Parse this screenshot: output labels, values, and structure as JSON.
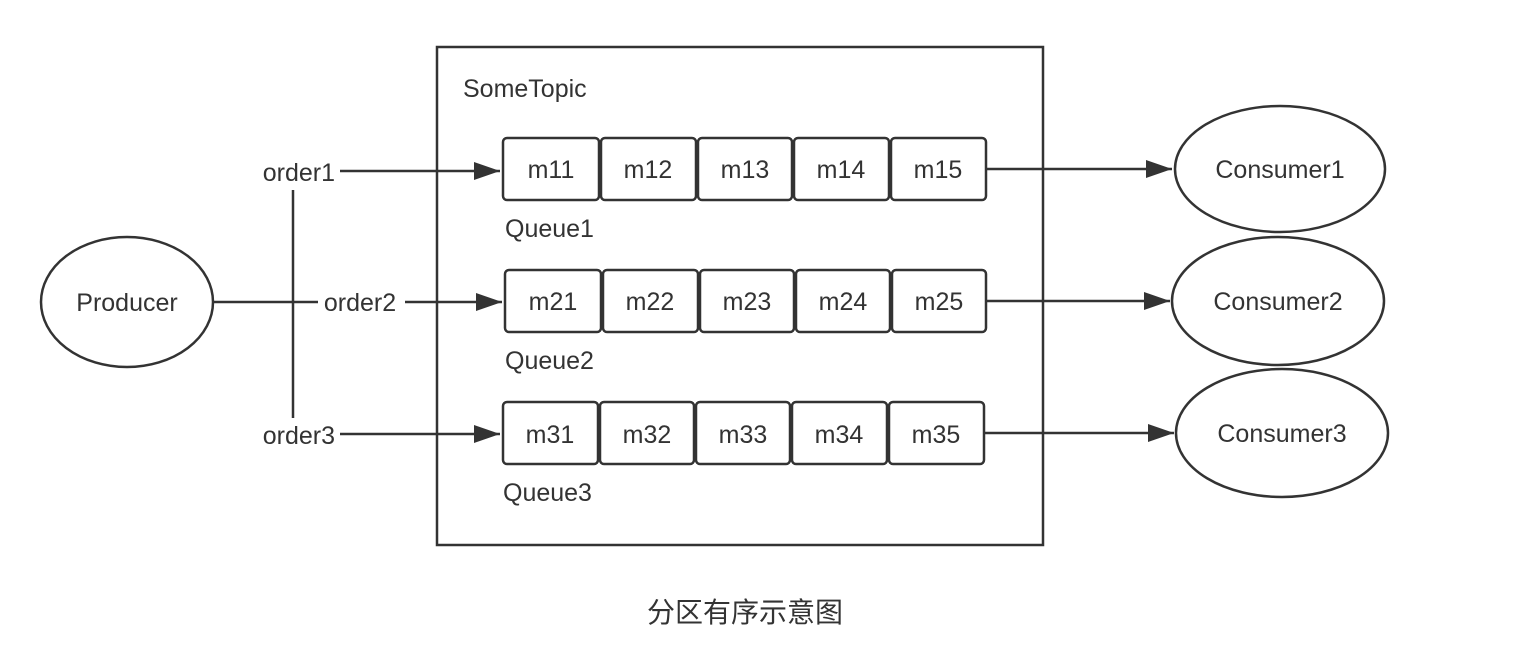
{
  "producer": {
    "label": "Producer"
  },
  "topic": {
    "title": "SomeTopic"
  },
  "orders": [
    {
      "label": "order1"
    },
    {
      "label": "order2"
    },
    {
      "label": "order3"
    }
  ],
  "queues": [
    {
      "name": "Queue1",
      "messages": [
        "m11",
        "m12",
        "m13",
        "m14",
        "m15"
      ]
    },
    {
      "name": "Queue2",
      "messages": [
        "m21",
        "m22",
        "m23",
        "m24",
        "m25"
      ]
    },
    {
      "name": "Queue3",
      "messages": [
        "m31",
        "m32",
        "m33",
        "m34",
        "m35"
      ]
    }
  ],
  "consumers": [
    {
      "label": "Consumer1"
    },
    {
      "label": "Consumer2"
    },
    {
      "label": "Consumer3"
    }
  ],
  "caption": "分区有序示意图",
  "colors": {
    "stroke": "#333333",
    "text": "#333333",
    "background": "#ffffff"
  }
}
